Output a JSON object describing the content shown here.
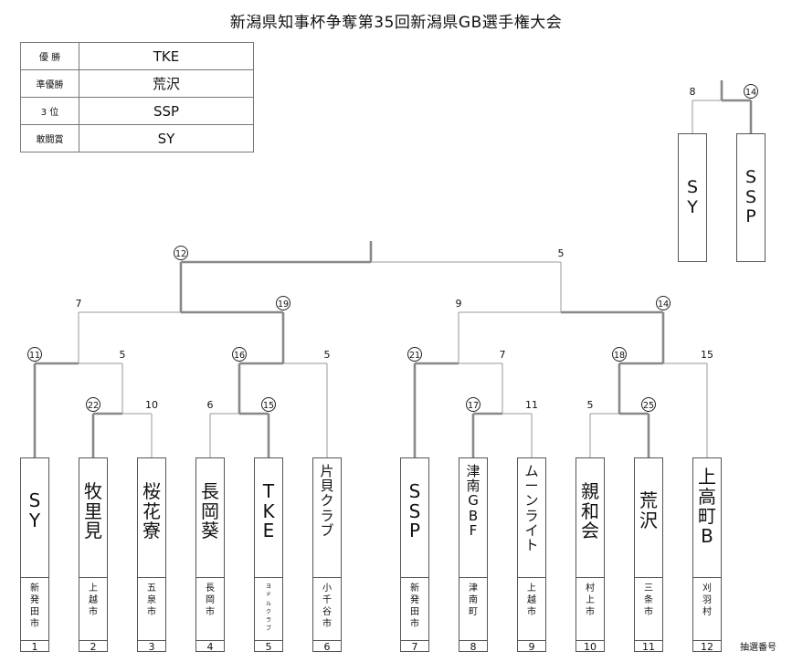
{
  "title": "新潟県知事杯争奪第35回新潟県GB選手権大会",
  "results": [
    {
      "label": "優 勝",
      "value": "TKE"
    },
    {
      "label": "準優勝",
      "value": "荒沢"
    },
    {
      "label": "3 位",
      "value": "SSP"
    },
    {
      "label": "敢闘賞",
      "value": "SY"
    }
  ],
  "teams": [
    {
      "name": "SY",
      "city": "新発田市",
      "draw": "1"
    },
    {
      "name": "牧里見",
      "city": "上越市",
      "draw": "2"
    },
    {
      "name": "桜花寮",
      "city": "五泉市",
      "draw": "3"
    },
    {
      "name": "長岡葵",
      "city": "長岡市",
      "draw": "4"
    },
    {
      "name": "TKE",
      "city": "ヨドルクラブ",
      "draw": "5"
    },
    {
      "name": "片貝クラブ",
      "city": "小千谷市",
      "draw": "6"
    },
    {
      "name": "SSP",
      "city": "新発田市",
      "draw": "7"
    },
    {
      "name": "津南GBF",
      "city": "津南町",
      "draw": "8"
    },
    {
      "name": "ムーンライト",
      "city": "上越市",
      "draw": "9"
    },
    {
      "name": "親和会",
      "city": "村上市",
      "draw": "10"
    },
    {
      "name": "荒沢",
      "city": "三条市",
      "draw": "11"
    },
    {
      "name": "上高町B",
      "city": "刈羽村",
      "draw": "12"
    }
  ],
  "draw_label": "抽選番号",
  "scores": {
    "r1_2_3": [
      "22",
      "10"
    ],
    "r1_4_5": [
      "6",
      "15"
    ],
    "r1_8_9": [
      "17",
      "11"
    ],
    "r1_10_11": [
      "5",
      "25"
    ],
    "qf_a": [
      "11",
      "5"
    ],
    "qf_b": [
      "16",
      "5"
    ],
    "qf_c": [
      "21",
      "7"
    ],
    "qf_d": [
      "18",
      "15"
    ],
    "sf_left": [
      "7",
      "19"
    ],
    "sf_right": [
      "9",
      "14"
    ],
    "final": [
      "12",
      "5"
    ],
    "third": [
      "8",
      "14"
    ]
  },
  "playoff_teams": [
    "SY",
    "SSP"
  ]
}
